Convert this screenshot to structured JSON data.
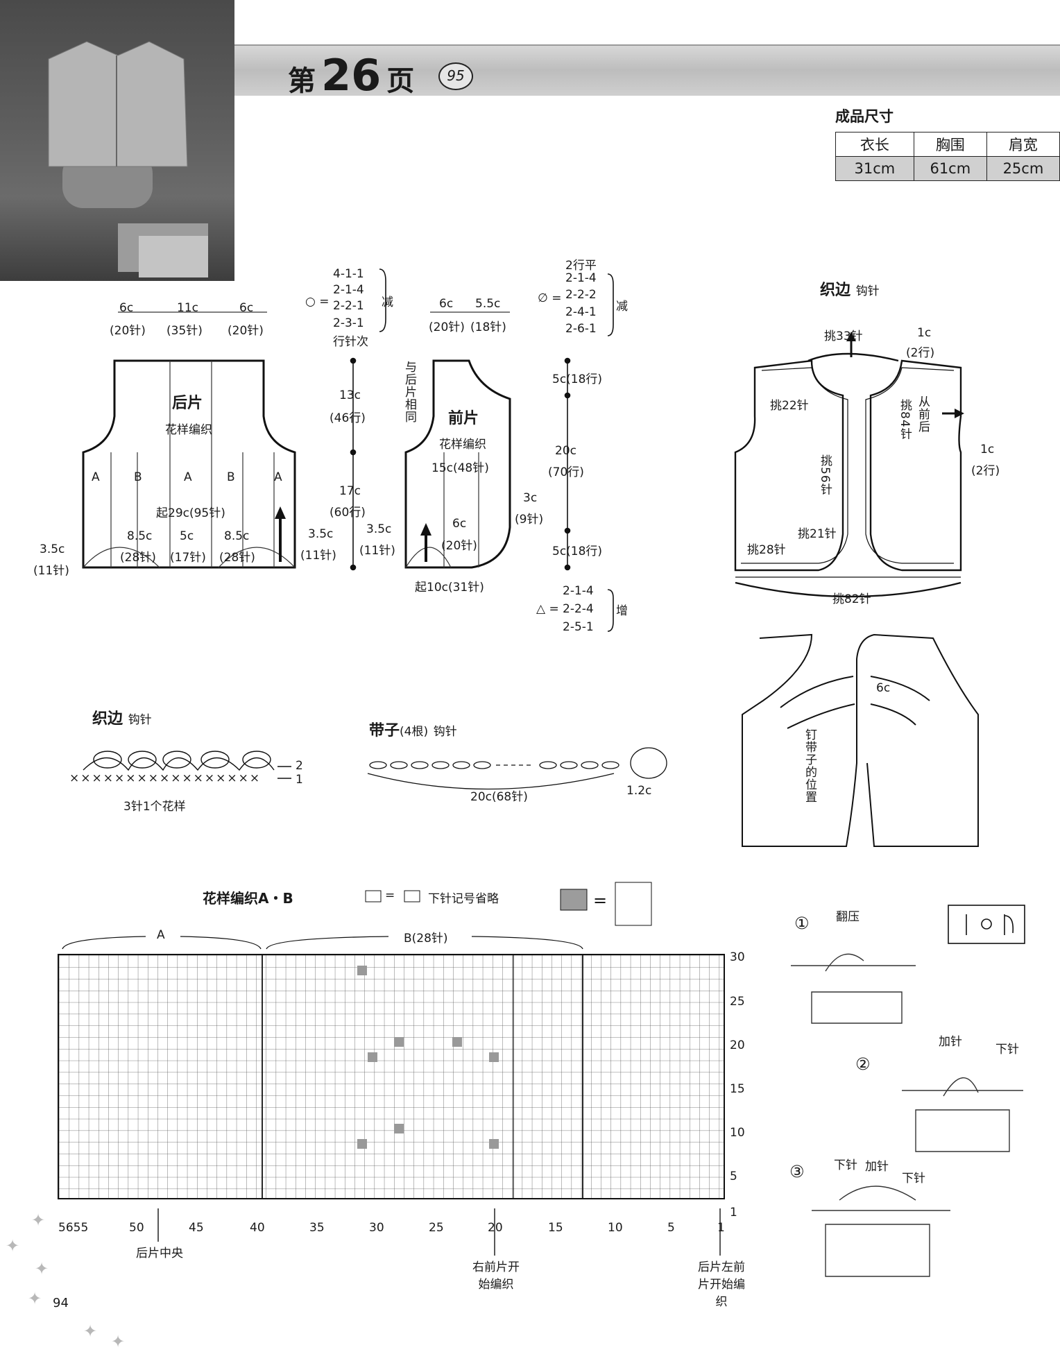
{
  "header": {
    "page_prefix": "第",
    "page_number": "26",
    "page_suffix": "页",
    "badge": "95"
  },
  "sizes": {
    "heading": "成品尺寸",
    "columns": [
      "衣长",
      "胸围",
      "肩宽"
    ],
    "values": [
      "31cm",
      "61cm",
      "25cm"
    ]
  },
  "back": {
    "title": "后片",
    "pattern": "花样编织",
    "top_labels": [
      "6c",
      "11c",
      "6c"
    ],
    "top_counts": [
      "(20针)",
      "(35针)",
      "(20针)"
    ],
    "panels": [
      "A",
      "B",
      "A",
      "B",
      "A"
    ],
    "cast_on": "起29c(95针)",
    "bottom_labels": [
      "8.5c",
      "5c",
      "8.5c"
    ],
    "bottom_counts": [
      "(28针)",
      "(17针)",
      "(28针)"
    ],
    "side_left": "3.5c",
    "side_left_count": "(11针)",
    "side_right": "3.5c",
    "side_right_count": "(11针)"
  },
  "decrease_back": {
    "symbol": "○ =",
    "rows": [
      "4-1-1",
      "2-1-4",
      "2-2-1",
      "2-3-1"
    ],
    "note": "行针次",
    "action": "减"
  },
  "vertical_back": {
    "upper": "13c",
    "upper_count": "(46行)",
    "lower": "17c",
    "lower_count": "(60行)"
  },
  "front": {
    "title": "前片",
    "pattern": "花样编织",
    "same_as_back": "与后片相同",
    "top_labels": [
      "6c",
      "5.5c"
    ],
    "top_counts": [
      "(20针)",
      "(18针)"
    ],
    "middle": "15c(48针)",
    "middle_inner": "6c",
    "middle_inner_count": "(20针)",
    "side": "3.5c",
    "side_count": "(11针)",
    "corner": "3c",
    "corner_count": "(9针)",
    "cast_on": "起10c(31针)"
  },
  "decrease_front": {
    "rows": [
      "2行平",
      "2-1-4",
      "2-2-2",
      "2-4-1",
      "2-6-1"
    ],
    "symbol": "∅ =",
    "action": "减"
  },
  "vertical_front": {
    "top": "5c(18行)",
    "middle": "20c",
    "middle_count": "(70行)",
    "bottom": "5c(18行)"
  },
  "increase_front": {
    "rows": [
      "2-1-4",
      "2-2-4",
      "2-5-1"
    ],
    "symbol": "△ =",
    "action": "增"
  },
  "edging_diagram": {
    "title": "织边",
    "subtitle": "钩针",
    "pick_neck": "挑33针",
    "top_right": "1c",
    "top_right_rows": "(2行)",
    "left_front_upper": "挑22针",
    "right_vertical": "挑84针",
    "from_front_back": "从前后",
    "armhole": "1c",
    "armhole_rows": "(2行)",
    "front_edge": "挑56针",
    "front_lower": "挑21针",
    "left_lower": "挑28针",
    "bottom": "挑82针"
  },
  "vest_tie": {
    "measure": "6c",
    "note": "钉带子的位置"
  },
  "edging_stitch": {
    "title": "织边",
    "subtitle": "钩针",
    "repeat": "3针1个花样",
    "row1": "1",
    "row2": "2"
  },
  "ties": {
    "title": "带子",
    "count": "(4根)",
    "subtitle": "钩针",
    "length": "20c(68针)",
    "ball": "1.2c"
  },
  "chart": {
    "title": "花样编织A・B",
    "legend_text": "下针记号省略",
    "label_a": "A",
    "label_b": "B(28针)",
    "right_ticks": [
      "30",
      "25",
      "20",
      "15",
      "10",
      "5",
      "1"
    ],
    "bottom_ticks": [
      "5655",
      "50",
      "45",
      "40",
      "35",
      "30",
      "25",
      "20",
      "15",
      "10",
      "5",
      "1"
    ],
    "back_center": "后片中央",
    "right_front_start": "右前片开始编织",
    "back_left_front_start": "后片左前片开始编织"
  },
  "steps": {
    "step1": "①",
    "step1_label": "翻压",
    "step2": "②",
    "step2_labels": [
      "加针",
      "下针"
    ],
    "step3": "③",
    "step3_labels": [
      "下针",
      "加针",
      "下针"
    ]
  },
  "page_number": "94"
}
